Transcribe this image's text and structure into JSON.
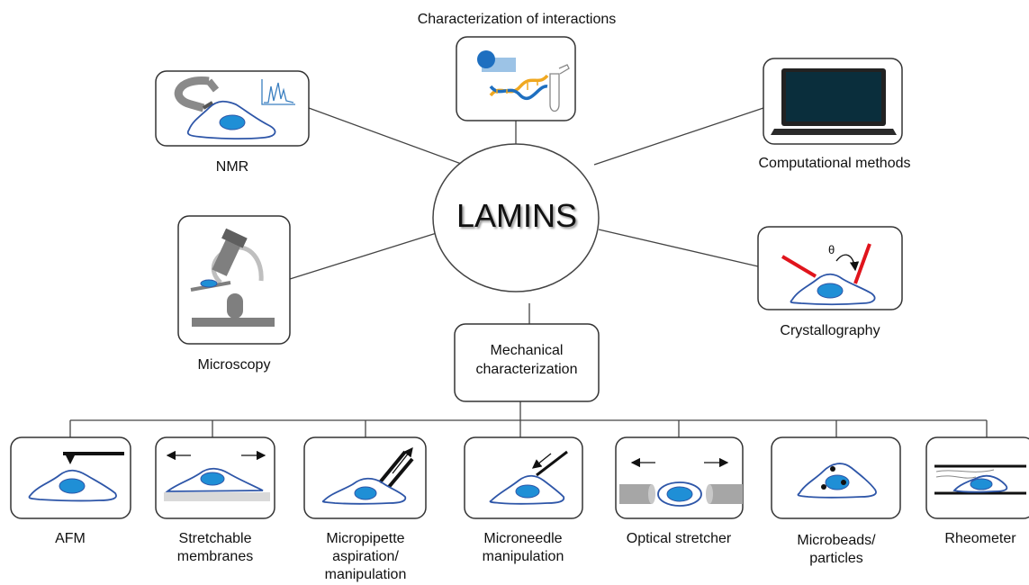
{
  "center": {
    "title": "LAMINS"
  },
  "methods": {
    "interactions": "Characterization of interactions",
    "nmr": "NMR",
    "computational": "Computational methods",
    "microscopy": "Microscopy",
    "crystallography": "Crystallography",
    "crystallography_angle": "θ",
    "mechanical_line1": "Mechanical",
    "mechanical_line2": "characterization"
  },
  "techniques": [
    {
      "line1": "AFM",
      "line2": "",
      "line3": ""
    },
    {
      "line1": "Stretchable",
      "line2": "membranes",
      "line3": ""
    },
    {
      "line1": "Micropipette",
      "line2": "aspiration/",
      "line3": "manipulation"
    },
    {
      "line1": "Microneedle",
      "line2": "manipulation",
      "line3": ""
    },
    {
      "line1": "Optical stretcher",
      "line2": "",
      "line3": ""
    },
    {
      "line1": "Microbeads/",
      "line2": "particles",
      "line3": ""
    },
    {
      "line1": "Rheometer",
      "line2": "",
      "line3": ""
    }
  ],
  "colors": {
    "cell_outline": "#2e56a8",
    "nucleus": "#1f8fd6",
    "laser_red": "#e0141c",
    "dna_orange": "#f0a820",
    "dna_blue": "#1e6fc0",
    "instrument_gray": "#8a8a8a"
  }
}
